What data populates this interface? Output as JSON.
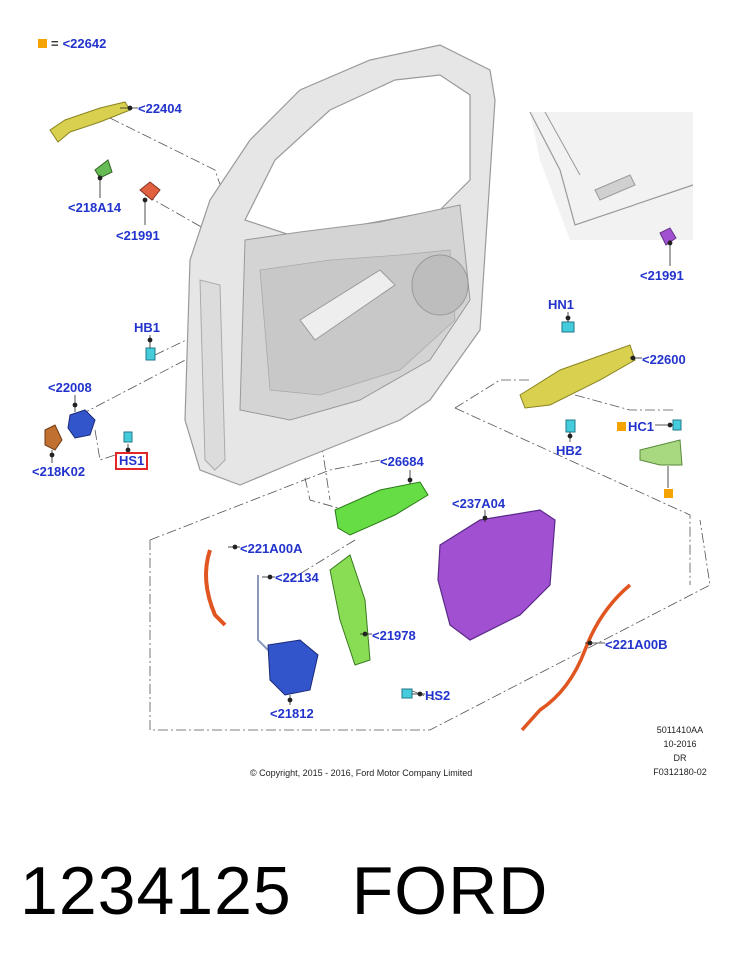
{
  "legend": {
    "marker_color": "#f5a300",
    "text": "<22642"
  },
  "labels": {
    "l22404": "<22404",
    "l218A14": "<218A14",
    "l21991a": "<21991",
    "l21991b": "<21991",
    "lHB1": "HB1",
    "l22008": "<22008",
    "l218K02": "<218K02",
    "lHS1": "HS1",
    "lHN1": "HN1",
    "l22600": "<22600",
    "lHB2": "HB2",
    "lHC1": "HC1",
    "l26684": "<26684",
    "l237A04": "<237A04",
    "l221A00A": "<221A00A",
    "l22134": "<22134",
    "l21978": "<21978",
    "l21812": "<21812",
    "lHS2": "HS2",
    "l221A00B": "<221A00B"
  },
  "reference": {
    "line1": "5011410AA",
    "line2": "10-2016",
    "line3": "DR",
    "line4": "F0312180-02"
  },
  "copyright": "© Copyright, 2015 - 2016, Ford Motor Company Limited",
  "caption": {
    "part_number": "1234125",
    "brand": "FORD"
  },
  "colors": {
    "label_blue": "#2233cc",
    "highlight_red": "#e32626",
    "door_grey": "#d9d9d9",
    "handle_yellow": "#d9d050",
    "latch_blue": "#3355cc",
    "bracket_green": "#66dd44",
    "shield_purple": "#a050d0",
    "cable_orange": "#e05520"
  }
}
